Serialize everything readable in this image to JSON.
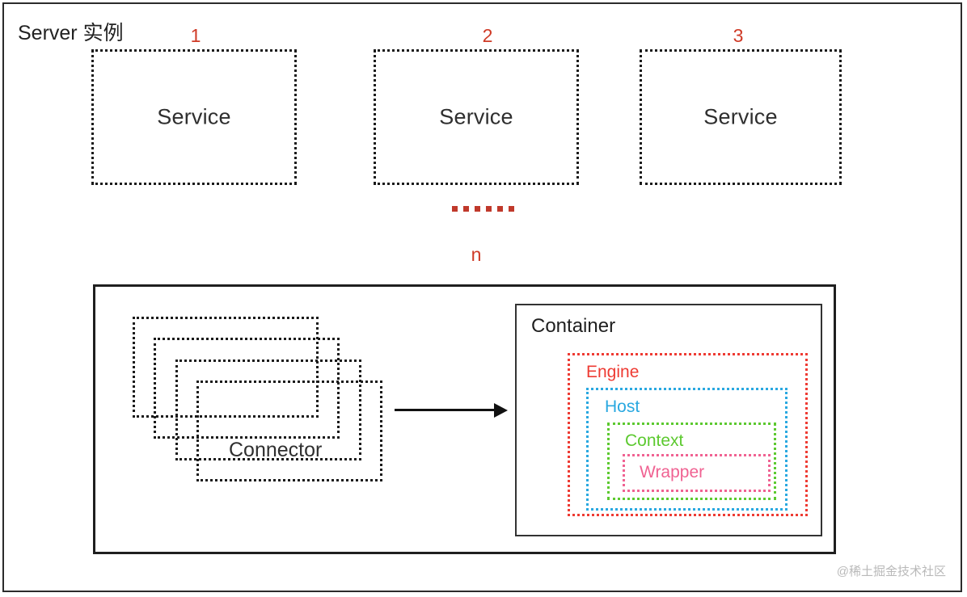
{
  "diagram": {
    "title": "Server 实例",
    "watermark": "@稀土掘金技术社区",
    "services": [
      {
        "index": "1",
        "label": "Service"
      },
      {
        "index": "2",
        "label": "Service"
      },
      {
        "index": "3",
        "label": "Service"
      }
    ],
    "ellipsis_dot_count": 6,
    "ellipsis_color": "#c0392b",
    "n_label": "n",
    "connector": {
      "label": "Connector",
      "stack_count": 4
    },
    "arrow": {
      "direction": "right",
      "color": "#111111"
    },
    "container": {
      "label": "Container",
      "border_color": "#333333",
      "nested": [
        {
          "label": "Engine",
          "color": "#ee3b33"
        },
        {
          "label": "Host",
          "color": "#29a8e0"
        },
        {
          "label": "Context",
          "color": "#5cc92f"
        },
        {
          "label": "Wrapper",
          "color": "#f06292"
        }
      ]
    }
  }
}
